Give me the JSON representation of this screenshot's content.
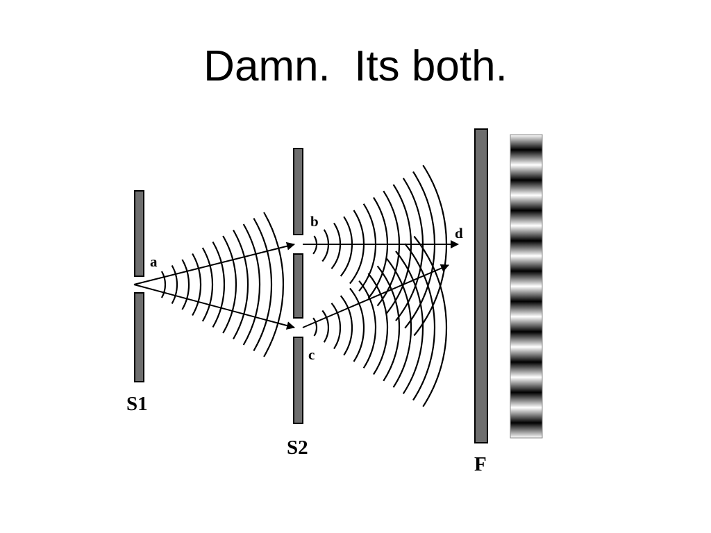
{
  "slide": {
    "title": "Damn.  Its both."
  },
  "diagram": {
    "labels": {
      "slit_a": "a",
      "slit_b": "b",
      "slit_c": "c",
      "point_d": "d",
      "screen_s1": "S1",
      "screen_s2": "S2",
      "screen_f": "F"
    },
    "colors": {
      "barrier_fill": "#6e6e6e",
      "line": "#000000",
      "band_dark": "#000000",
      "band_light": "#ffffff"
    },
    "fringe_pattern": {
      "dark_band_count": 10
    }
  }
}
